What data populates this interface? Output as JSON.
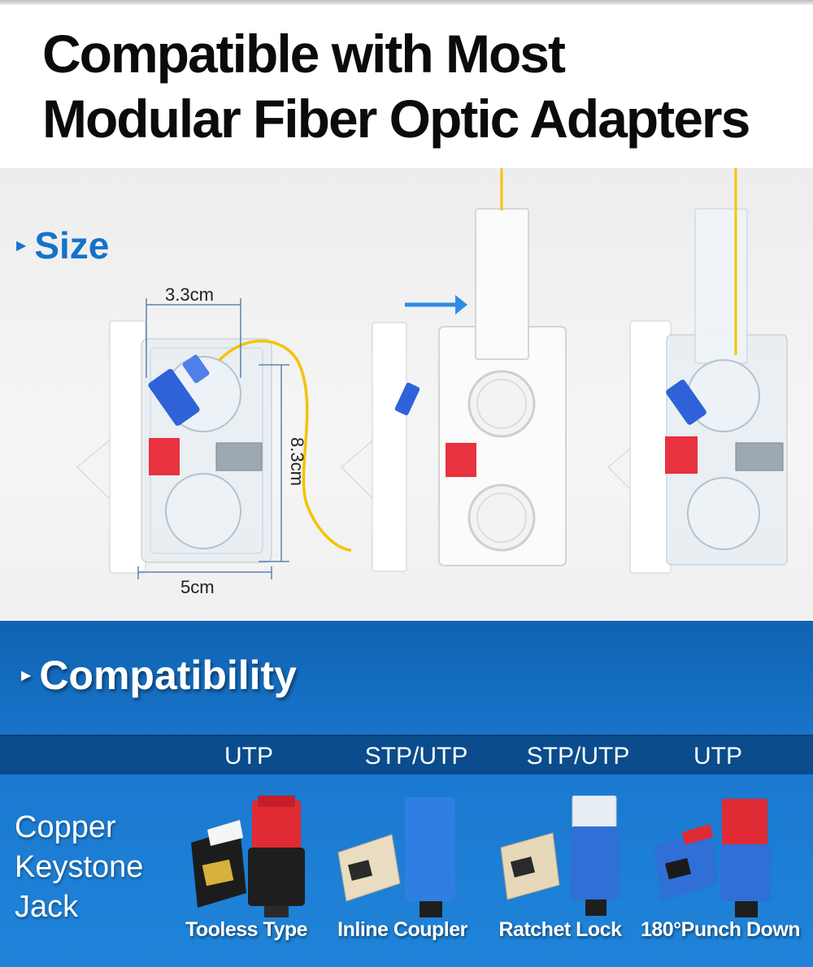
{
  "headline": {
    "line1": "Compatible with Most",
    "line2": "Modular Fiber Optic Adapters"
  },
  "size_section": {
    "title": "Size",
    "dimensions": {
      "width_top": "3.3cm",
      "height": "8.3cm",
      "width_bottom": "5cm"
    }
  },
  "compat_section": {
    "title": "Compatibility",
    "row_label": [
      "Copper",
      "Keystone",
      "Jack"
    ],
    "columns": [
      {
        "cable_type": "UTP",
        "product": "Tooless Type"
      },
      {
        "cable_type": "STP/UTP",
        "product": "Inline Coupler"
      },
      {
        "cable_type": "STP/UTP",
        "product": "Ratchet Lock"
      },
      {
        "cable_type": "UTP",
        "product": "180°Punch Down"
      }
    ]
  },
  "colors": {
    "accent_blue": "#1473c9",
    "panel_blue": "#1a78cf",
    "band_blue": "#0a4c8c",
    "port_red": "#e8323f",
    "fiber_yellow": "#f3c400",
    "connector_blue": "#2f62d8"
  }
}
